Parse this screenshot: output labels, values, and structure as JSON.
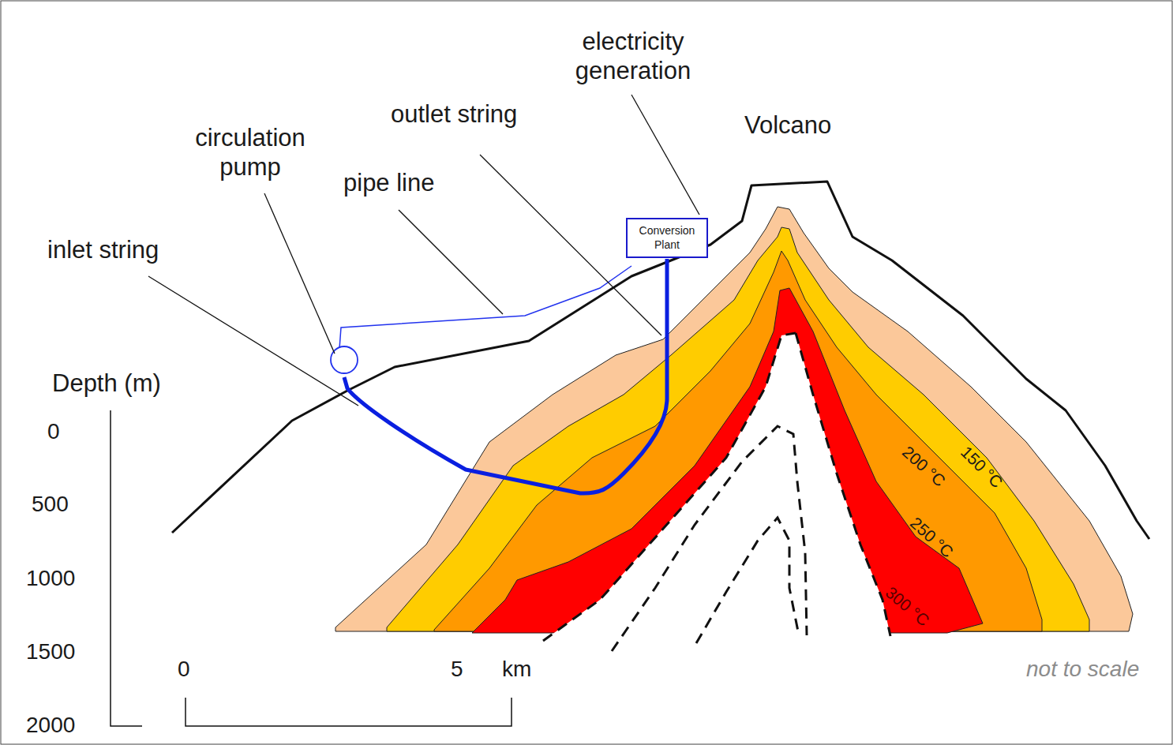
{
  "diagram": {
    "nodes": [
      {
        "text": [
          "Conversion Plant"
        ]
      }
    ],
    "labels": [
      "electricity generation",
      "Volcano",
      "circulation pump",
      "outlet string",
      "pipe line",
      "inlet string",
      "Depth (m)",
      "0",
      "500",
      "1000",
      "1500",
      "2000",
      "0",
      "5",
      "km",
      "not to scale",
      "200 °C",
      "150 °C",
      "250 °C",
      "300 °C"
    ]
  }
}
